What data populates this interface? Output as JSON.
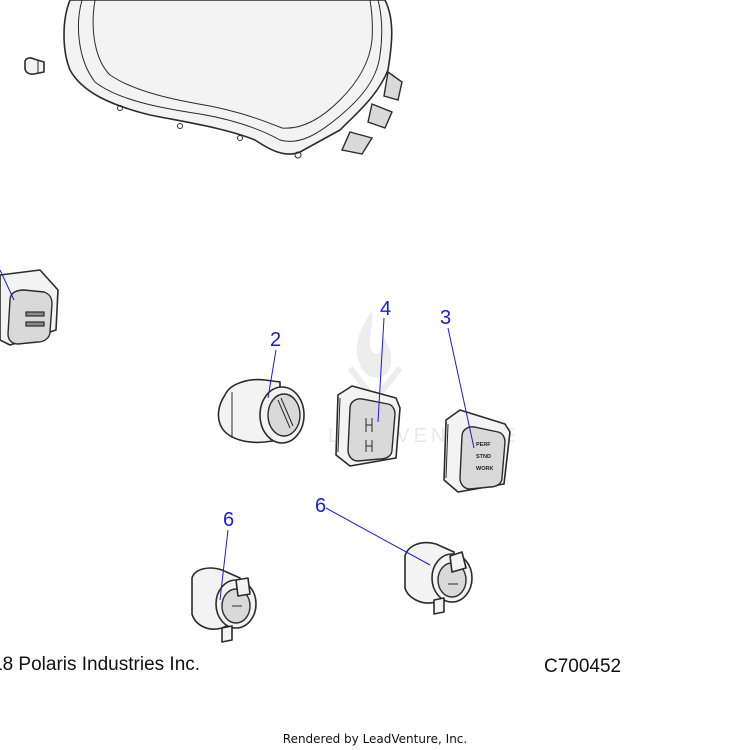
{
  "callouts": {
    "c2": "2",
    "c3": "3",
    "c4": "4",
    "c6a": "6",
    "c6b": "6"
  },
  "switch3_labels": {
    "line1": "PERF",
    "line2": "STND",
    "line3": "WORK"
  },
  "watermark": "LEADVENTURE",
  "footer": {
    "copyright": "18 Polaris Industries Inc.",
    "diagram_code": "C700452",
    "rendered_by": "Rendered by LeadVenture, Inc."
  },
  "colors": {
    "callout": "#1a1adb",
    "outline": "#2b2b2b"
  }
}
